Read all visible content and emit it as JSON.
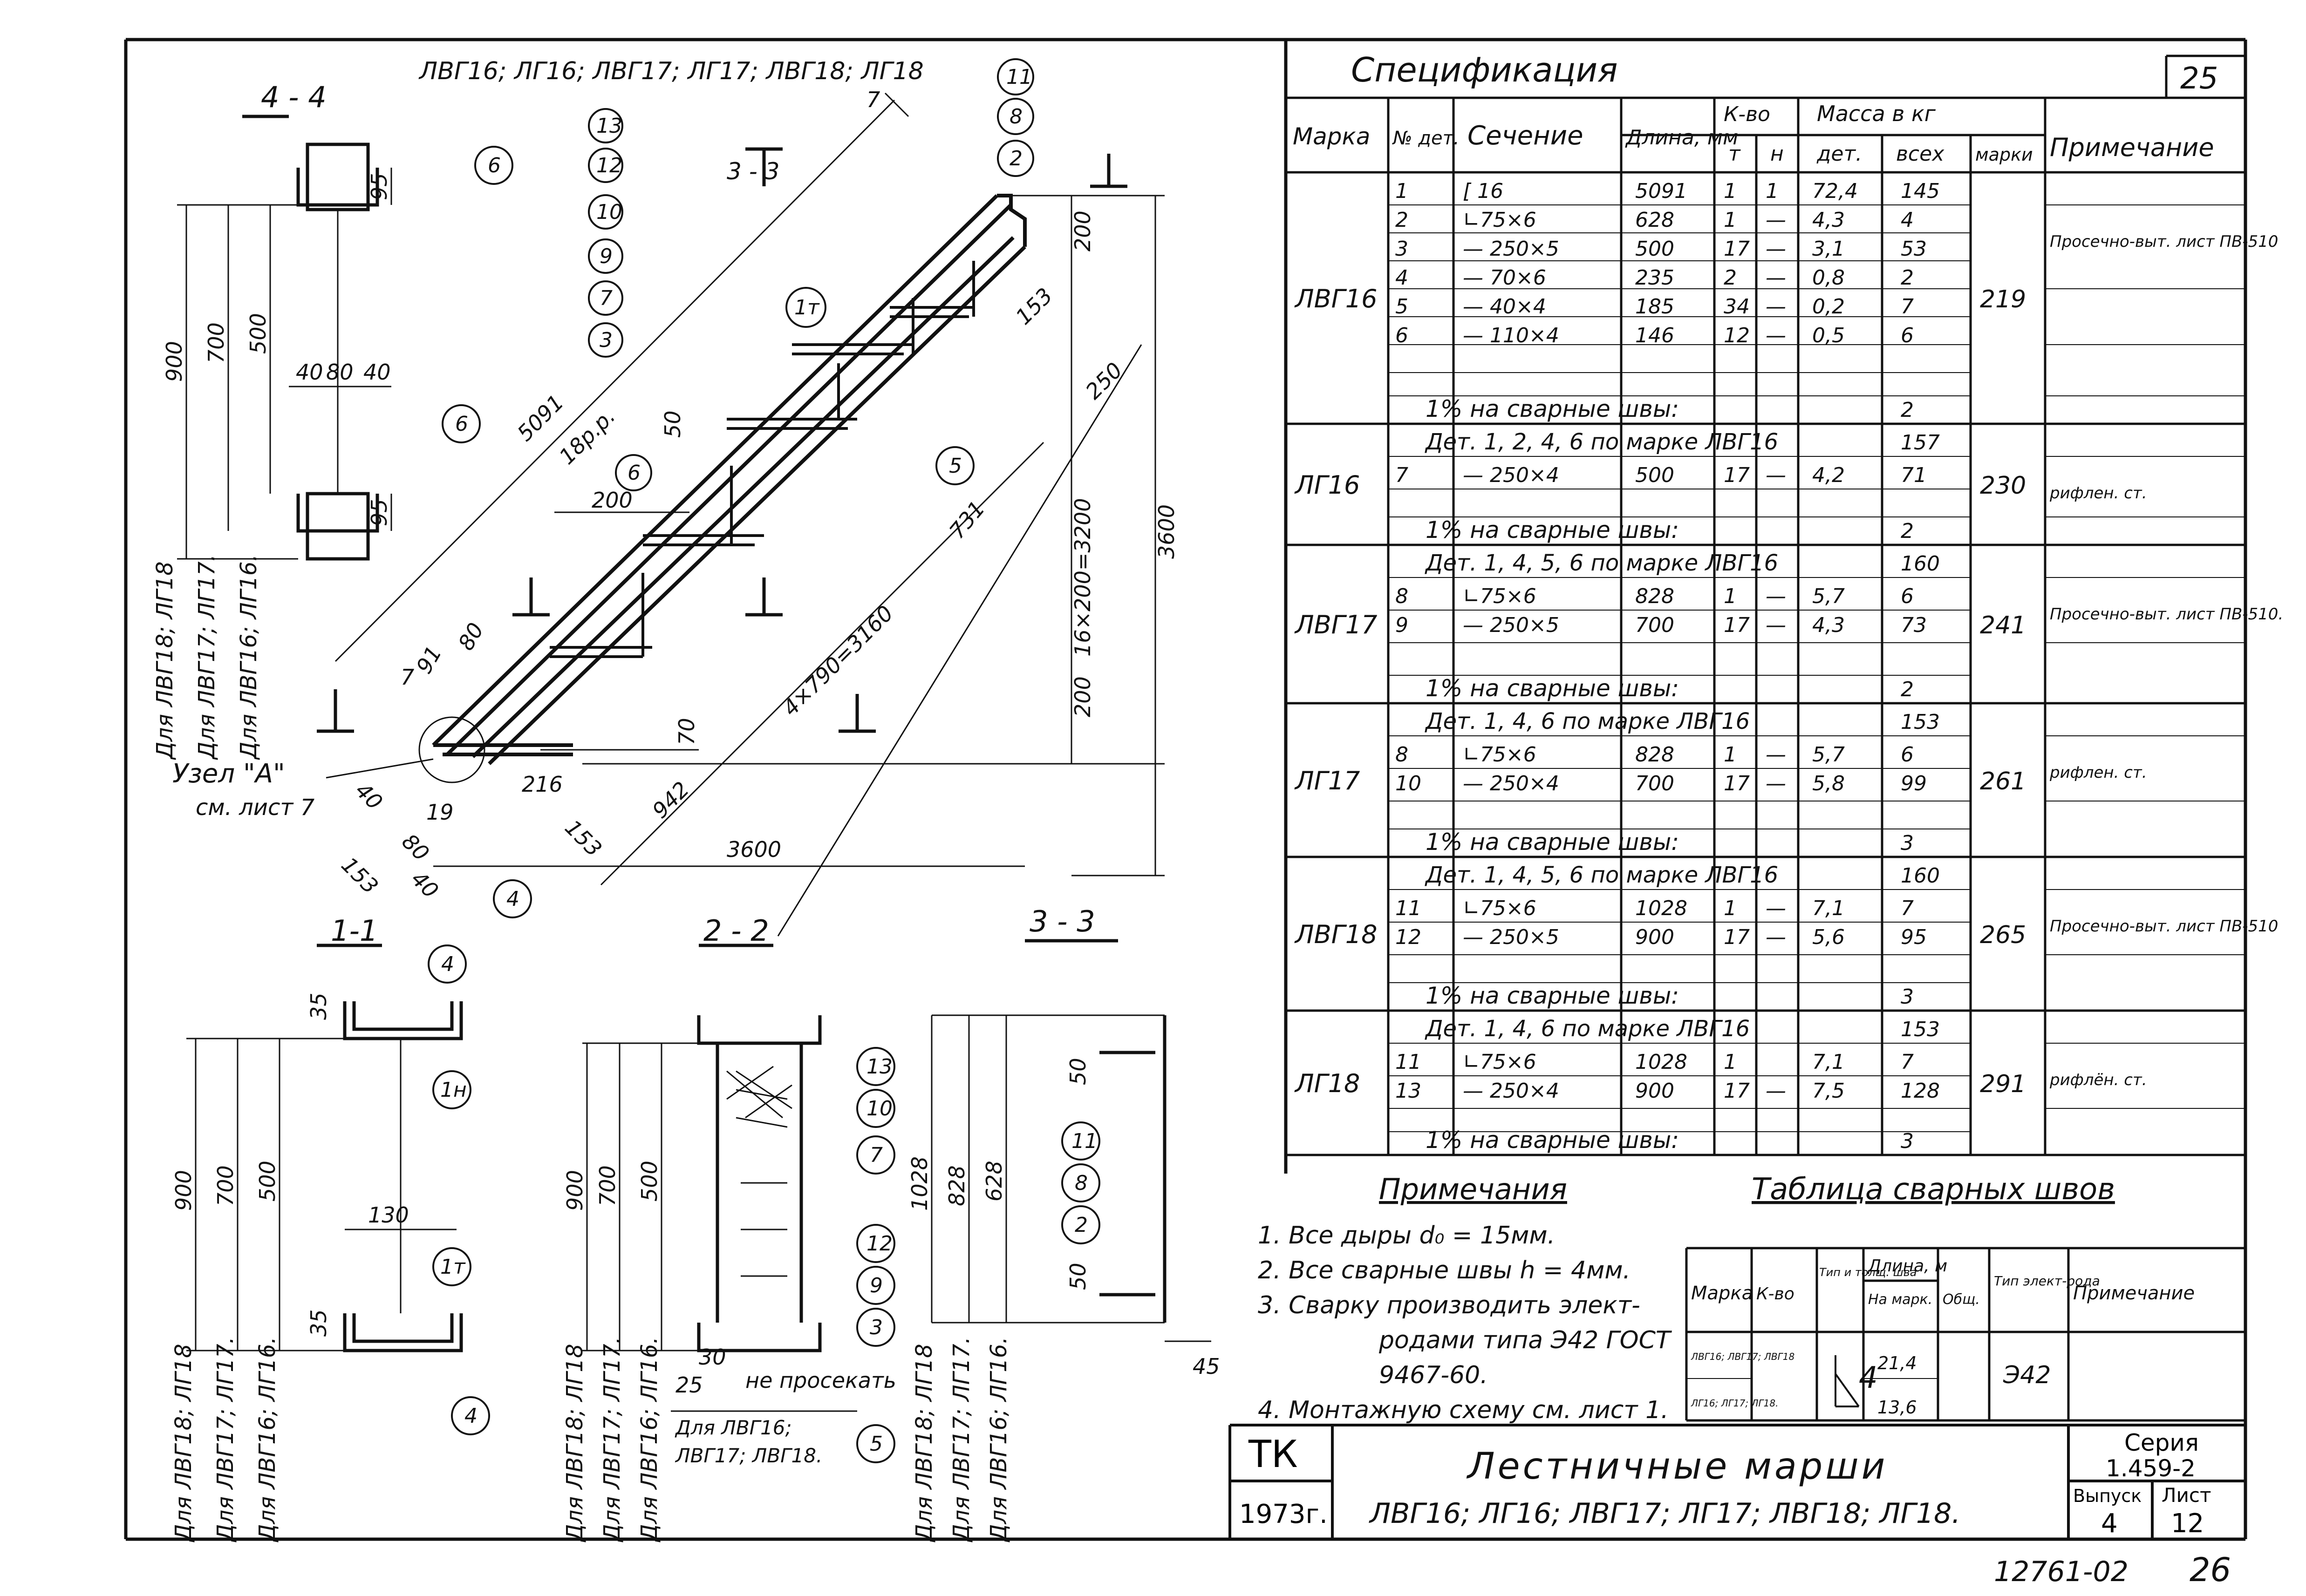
{
  "sheet_number": "25",
  "stamp": {
    "org": "ТК",
    "year": "1973г.",
    "title_line1": "Лестничные марши",
    "title_line2": "ЛВГ16; ЛГ16; ЛВГ17; ЛГ17; ЛВГ18; ЛГ18.",
    "series_label": "Серия",
    "series_value": "1.459-2",
    "issue_label": "Выпуск",
    "issue_value": "4",
    "sheet_label": "Лист",
    "sheet_value": "12"
  },
  "inventory": "12761-02",
  "inventory_page": "26",
  "drawing": {
    "top_marks": "ЛВГ16; ЛГ16; ЛВГ17; ЛГ17; ЛВГ18; ЛГ18",
    "sections": {
      "s44": "4 - 4",
      "s11": "1-1",
      "s22": "2 - 2",
      "s33": "3 - 3"
    },
    "callouts": [
      "11",
      "8",
      "2",
      "13",
      "12",
      "10",
      "9",
      "7",
      "3",
      "1т",
      "6",
      "5",
      "4",
      "1н"
    ],
    "dims": {
      "d5091": "5091",
      "d18pp": "18р.р.",
      "d200a": "200",
      "d153": "153",
      "d250": "250",
      "d16x200": "16×200=3200",
      "d3600v": "3600",
      "d200b": "200",
      "d3600h": "3600",
      "d4x790": "4×790=3160",
      "d731": "731",
      "d942": "942",
      "d200c": "200",
      "d50": "50",
      "d70": "70",
      "d216": "216",
      "d91": "91",
      "d80": "80",
      "d7": "7",
      "d40": "40",
      "d19": "19",
      "d153b": "153",
      "d95": "95",
      "d40s": "40",
      "d80s": "80",
      "d900": "900",
      "d700": "700",
      "d500": "500",
      "d130": "130",
      "d35": "35",
      "d1028": "1028",
      "d828": "828",
      "d628": "628",
      "d45": "45",
      "d30": "30",
      "d25": "25"
    },
    "for_labels": {
      "f18": "Для ЛВГ18; ЛГ18",
      "f17": "Для ЛВГ17; ЛГ17.",
      "f16": "Для ЛВГ16; ЛГ16."
    },
    "node": "Узел \"А\"",
    "node_ref": "см. лист 7",
    "no_cut": "не просекать",
    "for_lvg_a": "Для ЛВГ16;",
    "for_lvg_b": "ЛВГ17; ЛВГ18."
  },
  "spec": {
    "title": "Спецификация",
    "headers": {
      "mark": "Марка",
      "det": "№ дет.",
      "section": "Сечение",
      "length": "Длина, мм",
      "qty": "К-во",
      "t": "т",
      "n": "н",
      "mass": "Масса в кг",
      "mass_det": "дет.",
      "mass_all": "всех",
      "mass_mark": "марки",
      "note": "Примечание"
    },
    "groups": [
      {
        "mark": "ЛВГ16",
        "mass": "219",
        "note": "Просечно-выт. лист ПВ-510",
        "rows": [
          [
            "1",
            "[ 16",
            "5091",
            "1",
            "1",
            "72,4",
            "145"
          ],
          [
            "2",
            "∟75×6",
            "628",
            "1",
            "—",
            "4,3",
            "4"
          ],
          [
            "3",
            "— 250×5",
            "500",
            "17",
            "—",
            "3,1",
            "53"
          ],
          [
            "4",
            "— 70×6",
            "235",
            "2",
            "—",
            "0,8",
            "2"
          ],
          [
            "5",
            "— 40×4",
            "185",
            "34",
            "—",
            "0,2",
            "7"
          ],
          [
            "6",
            "— 110×4",
            "146",
            "12",
            "—",
            "0,5",
            "6"
          ]
        ],
        "weld": "1% на сварные швы:",
        "weld_v": "2",
        "head": "",
        "head_v": ""
      },
      {
        "mark": "ЛГ16",
        "mass": "230",
        "note": "рифлен. ст.",
        "head": "Дет. 1, 2, 4, 6 по марке ЛВГ16",
        "head_v": "157",
        "rows": [
          [
            "7",
            "— 250×4",
            "500",
            "17",
            "—",
            "4,2",
            "71"
          ]
        ],
        "weld": "1% на сварные швы:",
        "weld_v": "2"
      },
      {
        "mark": "ЛВГ17",
        "mass": "241",
        "note": "Просечно-выт. лист ПВ-510.",
        "head": "Дет. 1, 4, 5, 6 по марке ЛВГ16",
        "head_v": "160",
        "rows": [
          [
            "8",
            "∟75×6",
            "828",
            "1",
            "—",
            "5,7",
            "6"
          ],
          [
            "9",
            "— 250×5",
            "700",
            "17",
            "—",
            "4,3",
            "73"
          ]
        ],
        "weld": "1% на сварные швы:",
        "weld_v": "2"
      },
      {
        "mark": "ЛГ17",
        "mass": "261",
        "note": "рифлен. ст.",
        "head": "Дет. 1, 4, 6 по марке ЛВГ16",
        "head_v": "153",
        "rows": [
          [
            "8",
            "∟75×6",
            "828",
            "1",
            "—",
            "5,7",
            "6"
          ],
          [
            "10",
            "— 250×4",
            "700",
            "17",
            "—",
            "5,8",
            "99"
          ]
        ],
        "weld": "1% на сварные швы:",
        "weld_v": "3"
      },
      {
        "mark": "ЛВГ18",
        "mass": "265",
        "note": "Просечно-выт. лист ПВ-510",
        "head": "Дет. 1, 4, 5, 6 по марке ЛВГ16",
        "head_v": "160",
        "rows": [
          [
            "11",
            "∟75×6",
            "1028",
            "1",
            "—",
            "7,1",
            "7"
          ],
          [
            "12",
            "— 250×5",
            "900",
            "17",
            "—",
            "5,6",
            "95"
          ]
        ],
        "weld": "1% на сварные швы:",
        "weld_v": "3"
      },
      {
        "mark": "ЛГ18",
        "mass": "291",
        "note": "рифлён. ст.",
        "head": "Дет. 1, 4, 6 по марке ЛВГ16",
        "head_v": "153",
        "rows": [
          [
            "11",
            "∟75×6",
            "1028",
            "1",
            "",
            "7,1",
            "7"
          ],
          [
            "13",
            "— 250×4",
            "900",
            "17",
            "—",
            "7,5",
            "128"
          ]
        ],
        "weld": "1% на сварные швы:",
        "weld_v": "3"
      }
    ]
  },
  "notes": {
    "title": "Примечания",
    "items": [
      "1. Все дыры d₀ = 15мм.",
      "2. Все сварные швы h = 4мм.",
      "3. Сварку производить элект-",
      "родами типа Э42 ГОСТ",
      "9467-60.",
      "4. Монтажную схему см. лист 1."
    ]
  },
  "welds": {
    "title": "Таблица сварных швов",
    "h_mark": "Марка",
    "h_qty": "К-во",
    "h_type": "Тип и толщ. шва",
    "h_len": "Длина, м",
    "h_per": "На марк.",
    "h_total": "Общ.",
    "h_el": "Тип элект-рода",
    "h_note": "Примечание",
    "mark_a": "ЛВГ16; ЛВГ17; ЛВГ18",
    "mark_b": "ЛГ16; ЛГ17; ЛГ18.",
    "thick": "4",
    "len_a": "21,4",
    "len_b": "13,6",
    "electrode": "Э42"
  }
}
